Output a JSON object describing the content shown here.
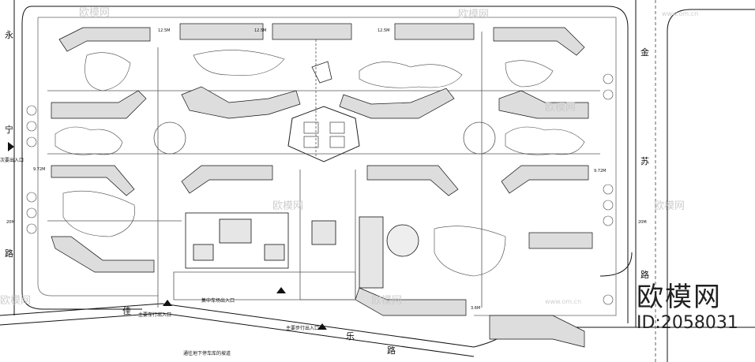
{
  "roads": {
    "left_street": [
      "永",
      "宁",
      "路"
    ],
    "right_street": [
      "金",
      "苏",
      "路"
    ],
    "bottom_street": [
      "佳",
      "乐",
      "路"
    ]
  },
  "labels": {
    "secondary_entrance_left": "次要出入口",
    "main_vehicle_entrance": "主要车行出入口",
    "garage_entrance": "集中车场出入口",
    "main_pedestrian_entrance": "主要步行出入口",
    "underground_ramp": "通往地下停车库的坡道"
  },
  "dims": {
    "d_12_5m_a": "12.5M",
    "d_12_5m_b": "12.5M",
    "d_12_5m_c": "12.5M",
    "d_9_72m_l": "9.72M",
    "d_9_72m_r": "9.72M",
    "d_20m_l": "20M",
    "d_20m_r": "20M",
    "d_36m": "3.6M"
  },
  "watermarks": {
    "cn_name": "欧模网",
    "site": "www.om.cn"
  },
  "brand": {
    "name": "欧模网",
    "id": "ID:2058031"
  }
}
